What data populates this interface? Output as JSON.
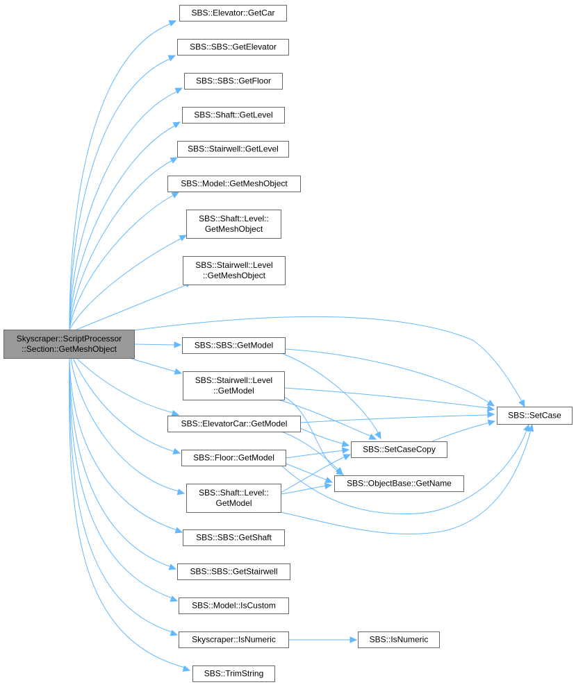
{
  "diagram": {
    "root": {
      "id": "root",
      "lines": [
        "Skyscraper::ScriptProcessor",
        "::Section::GetMeshObject"
      ]
    },
    "nodes": [
      {
        "id": "elevator-getcar",
        "lines": [
          "SBS::Elevator::GetCar"
        ]
      },
      {
        "id": "sbs-getelevator",
        "lines": [
          "SBS::SBS::GetElevator"
        ]
      },
      {
        "id": "sbs-getfloor",
        "lines": [
          "SBS::SBS::GetFloor"
        ]
      },
      {
        "id": "shaft-getlevel",
        "lines": [
          "SBS::Shaft::GetLevel"
        ]
      },
      {
        "id": "stairwell-getlevel",
        "lines": [
          "SBS::Stairwell::GetLevel"
        ]
      },
      {
        "id": "model-getmeshobject",
        "lines": [
          "SBS::Model::GetMeshObject"
        ]
      },
      {
        "id": "shaft-level-getmeshobject",
        "lines": [
          "SBS::Shaft::Level::",
          "GetMeshObject"
        ]
      },
      {
        "id": "stairwell-level-getmeshobject",
        "lines": [
          "SBS::Stairwell::Level",
          "::GetMeshObject"
        ]
      },
      {
        "id": "sbs-getmodel",
        "lines": [
          "SBS::SBS::GetModel"
        ]
      },
      {
        "id": "stairwell-level-getmodel",
        "lines": [
          "SBS::Stairwell::Level",
          "::GetModel"
        ]
      },
      {
        "id": "elevatorcar-getmodel",
        "lines": [
          "SBS::ElevatorCar::GetModel"
        ]
      },
      {
        "id": "floor-getmodel",
        "lines": [
          "SBS::Floor::GetModel"
        ]
      },
      {
        "id": "shaft-level-getmodel",
        "lines": [
          "SBS::Shaft::Level::",
          "GetModel"
        ]
      },
      {
        "id": "sbs-getshaft",
        "lines": [
          "SBS::SBS::GetShaft"
        ]
      },
      {
        "id": "sbs-getstairwell",
        "lines": [
          "SBS::SBS::GetStairwell"
        ]
      },
      {
        "id": "model-iscustom",
        "lines": [
          "SBS::Model::IsCustom"
        ]
      },
      {
        "id": "skyscraper-isnumeric",
        "lines": [
          "Skyscraper::IsNumeric"
        ]
      },
      {
        "id": "trimstring",
        "lines": [
          "SBS::TrimString"
        ]
      },
      {
        "id": "setcase",
        "lines": [
          "SBS::SetCase"
        ]
      },
      {
        "id": "setcasecopy",
        "lines": [
          "SBS::SetCaseCopy"
        ]
      },
      {
        "id": "objectbase-getname",
        "lines": [
          "SBS::ObjectBase::GetName"
        ]
      },
      {
        "id": "sbs-isnumeric",
        "lines": [
          "SBS::IsNumeric"
        ]
      }
    ],
    "edges": [
      [
        "root",
        "elevator-getcar"
      ],
      [
        "root",
        "sbs-getelevator"
      ],
      [
        "root",
        "sbs-getfloor"
      ],
      [
        "root",
        "shaft-getlevel"
      ],
      [
        "root",
        "stairwell-getlevel"
      ],
      [
        "root",
        "model-getmeshobject"
      ],
      [
        "root",
        "shaft-level-getmeshobject"
      ],
      [
        "root",
        "stairwell-level-getmeshobject"
      ],
      [
        "root",
        "setcase"
      ],
      [
        "root",
        "sbs-getmodel"
      ],
      [
        "root",
        "stairwell-level-getmodel"
      ],
      [
        "root",
        "elevatorcar-getmodel"
      ],
      [
        "root",
        "floor-getmodel"
      ],
      [
        "root",
        "shaft-level-getmodel"
      ],
      [
        "root",
        "sbs-getshaft"
      ],
      [
        "root",
        "sbs-getstairwell"
      ],
      [
        "root",
        "model-iscustom"
      ],
      [
        "root",
        "skyscraper-isnumeric"
      ],
      [
        "root",
        "trimstring"
      ],
      [
        "sbs-getmodel",
        "setcase"
      ],
      [
        "sbs-getmodel",
        "setcasecopy"
      ],
      [
        "stairwell-level-getmodel",
        "setcase"
      ],
      [
        "stairwell-level-getmodel",
        "setcasecopy"
      ],
      [
        "stairwell-level-getmodel",
        "objectbase-getname"
      ],
      [
        "elevatorcar-getmodel",
        "setcase"
      ],
      [
        "elevatorcar-getmodel",
        "setcasecopy"
      ],
      [
        "elevatorcar-getmodel",
        "objectbase-getname"
      ],
      [
        "floor-getmodel",
        "setcasecopy"
      ],
      [
        "floor-getmodel",
        "objectbase-getname"
      ],
      [
        "floor-getmodel",
        "setcase"
      ],
      [
        "shaft-level-getmodel",
        "setcasecopy"
      ],
      [
        "shaft-level-getmodel",
        "objectbase-getname"
      ],
      [
        "shaft-level-getmodel",
        "setcase"
      ],
      [
        "setcasecopy",
        "setcase"
      ],
      [
        "skyscraper-isnumeric",
        "sbs-isnumeric"
      ]
    ]
  }
}
